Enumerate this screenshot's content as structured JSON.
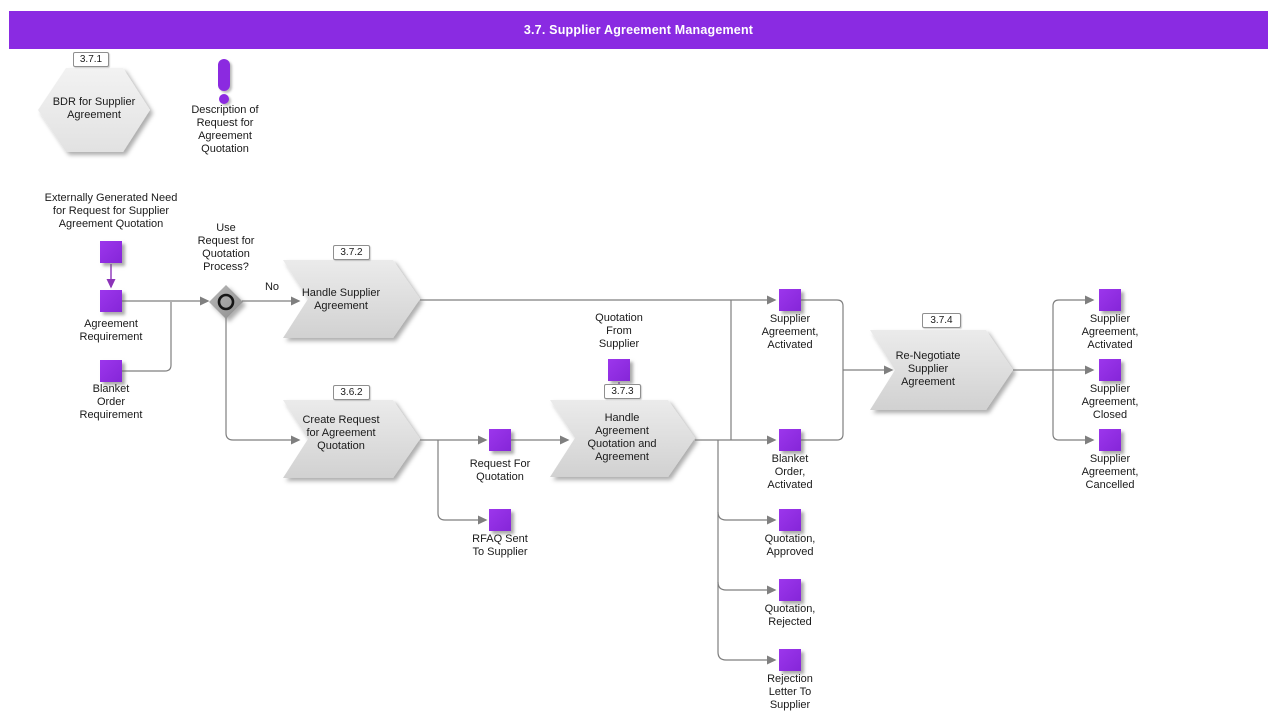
{
  "title": "3.7. Supplier Agreement Management",
  "colors": {
    "accent": "#8a2be2",
    "square": "#8d2ae0",
    "shape_gray": "#d9d9d9",
    "line": "#7f7f7f"
  },
  "nodes": {
    "bdr": {
      "id": "3.7.1",
      "label": "BDR for Supplier\nAgreement"
    },
    "note": {
      "label": "Description of\nRequest for\nAgreement\nQuotation"
    },
    "ext_need": {
      "label": "Externally Generated Need\nfor Request for Supplier\nAgreement Quotation"
    },
    "agreement_req": {
      "label": "Agreement\nRequirement"
    },
    "blanket_req": {
      "label": "Blanket\nOrder\nRequirement"
    },
    "decision": {
      "label": "Use\nRequest for\nQuotation\nProcess?",
      "branch_no": "No"
    },
    "handle_supplier": {
      "id": "3.7.2",
      "label": "Handle Supplier\nAgreement"
    },
    "create_request": {
      "id": "3.6.2",
      "label": "Create Request\nfor Agreement\nQuotation"
    },
    "request_for_quotation": {
      "label": "Request For\nQuotation"
    },
    "rfaq_sent": {
      "label": "RFAQ Sent\nTo Supplier"
    },
    "quotation_from_supplier": {
      "label": "Quotation\nFrom\nSupplier"
    },
    "handle_quotation": {
      "id": "3.7.3",
      "label": "Handle\nAgreement\nQuotation and\nAgreement"
    },
    "sa_activated_mid": {
      "label": "Supplier\nAgreement,\nActivated"
    },
    "blanket_activated": {
      "label": "Blanket\nOrder,\nActivated"
    },
    "quotation_approved": {
      "label": "Quotation,\nApproved"
    },
    "quotation_rejected": {
      "label": "Quotation,\nRejected"
    },
    "rejection_letter": {
      "label": "Rejection\nLetter To\nSupplier"
    },
    "renegotiate": {
      "id": "3.7.4",
      "label": "Re-Negotiate\nSupplier\nAgreement"
    },
    "sa_activated_right": {
      "label": "Supplier\nAgreement,\nActivated"
    },
    "sa_closed": {
      "label": "Supplier\nAgreement,\nClosed"
    },
    "sa_cancelled": {
      "label": "Supplier\nAgreement,\nCancelled"
    }
  }
}
